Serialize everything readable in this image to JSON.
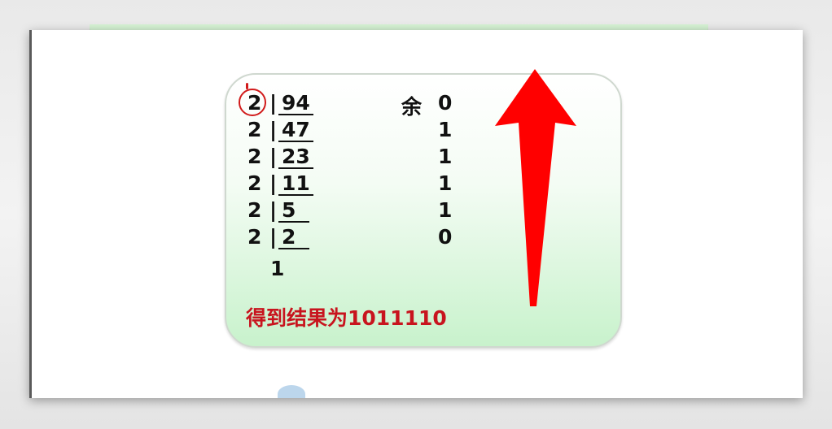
{
  "division": {
    "rows": [
      {
        "divisor": "2",
        "bar": "|",
        "dividend": "94",
        "remainder_label": "余",
        "remainder": "0"
      },
      {
        "divisor": "2",
        "bar": "|",
        "dividend": "47",
        "remainder_label": "",
        "remainder": "1"
      },
      {
        "divisor": "2",
        "bar": "|",
        "dividend": "23",
        "remainder_label": "",
        "remainder": "1"
      },
      {
        "divisor": "2",
        "bar": "|",
        "dividend": "11",
        "remainder_label": "",
        "remainder": "1"
      },
      {
        "divisor": "2",
        "bar": "|",
        "dividend": "5",
        "remainder_label": "",
        "remainder": "1"
      },
      {
        "divisor": "2",
        "bar": "|",
        "dividend": "2",
        "remainder_label": "",
        "remainder": "0"
      }
    ],
    "final_quotient": "1",
    "result": "得到结果为1011110"
  },
  "colors": {
    "result_text": "#c8141e",
    "arrow": "#ff0000",
    "annotation": "#d11a1a",
    "card_bottom": "#c8f2cc"
  },
  "icons": {
    "annotation_arrow": "up-arrow-icon",
    "annotation_circle": "circle-mark-icon"
  }
}
